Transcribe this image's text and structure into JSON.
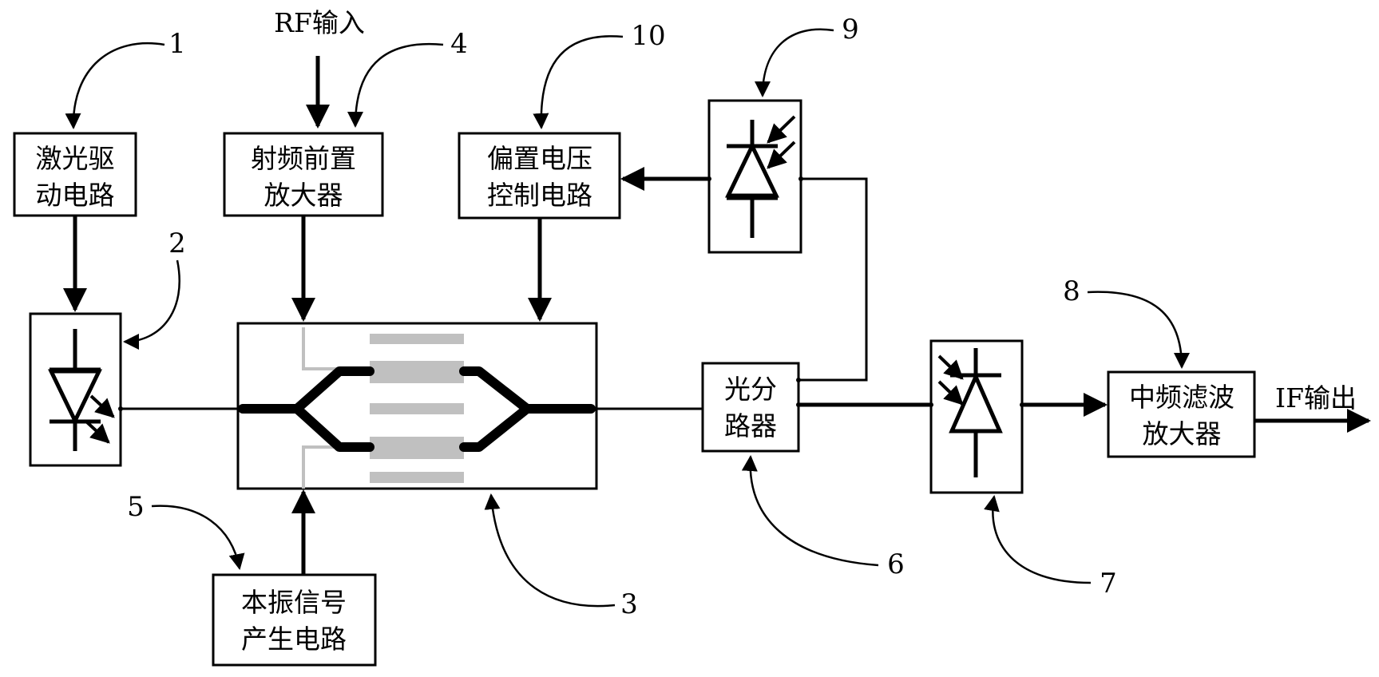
{
  "labels": {
    "rf_input": "RF输入",
    "if_output": "IF输出"
  },
  "blocks": {
    "laser_driver": [
      "激光驱",
      "动电路"
    ],
    "rf_preamp": [
      "射频前置",
      "放大器"
    ],
    "bias_control": [
      "偏置电压",
      "控制电路"
    ],
    "lo_generator": [
      "本振信号",
      "产生电路"
    ],
    "optical_splitter": [
      "光分",
      "路器"
    ],
    "if_filter_amp": [
      "中频滤波",
      "放大器"
    ]
  },
  "callouts": {
    "n1": "1",
    "n2": "2",
    "n3": "3",
    "n4": "4",
    "n5": "5",
    "n6": "6",
    "n7": "7",
    "n8": "8",
    "n9": "9",
    "n10": "10"
  },
  "colors": {
    "line": "#000000",
    "electrode": "#c0c0c0",
    "background": "#ffffff"
  },
  "icons": {
    "laser_diode": "laser-diode-icon",
    "photodiode_bias": "photodiode-icon",
    "photodiode_signal": "photodiode-icon",
    "modulator": "mach-zehnder-modulator-icon"
  }
}
